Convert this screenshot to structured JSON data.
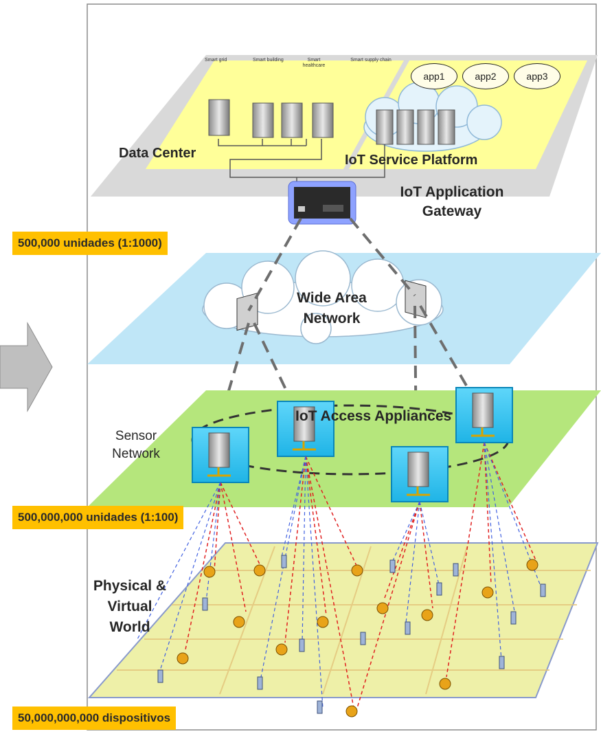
{
  "layers": {
    "data_center": "Data Center",
    "iot_service_platform": "IoT Service Platform",
    "gateway": "IoT Application Gateway",
    "wan": "Wide Area Network",
    "access": "IoT Access Appliances",
    "sensor_network": "Sensor Network",
    "world": "Physical & Virtual World"
  },
  "apps": [
    "app1",
    "app2",
    "app3"
  ],
  "smart_labels": [
    "Smart grid",
    "Smart building",
    "Smart healthcare",
    "Smart supply chain"
  ],
  "badges": {
    "top": "500,000 unidades (1:1000)",
    "middle": "500,000,000 unidades (1:100)",
    "bottom": "50,000,000,000 dispositivos"
  },
  "colors": {
    "badge": "#ffc000",
    "platform_gray": "#d9d9d9",
    "platform_yellow": "#ffff99",
    "wan_layer": "#bfe6f7",
    "sensor_layer": "#b5e67c",
    "appliance": "#33ccf5",
    "world_map": "#eef0a8",
    "red_link": "#e02020",
    "blue_link": "#4060e0",
    "arrow": "#bfbfbf"
  }
}
